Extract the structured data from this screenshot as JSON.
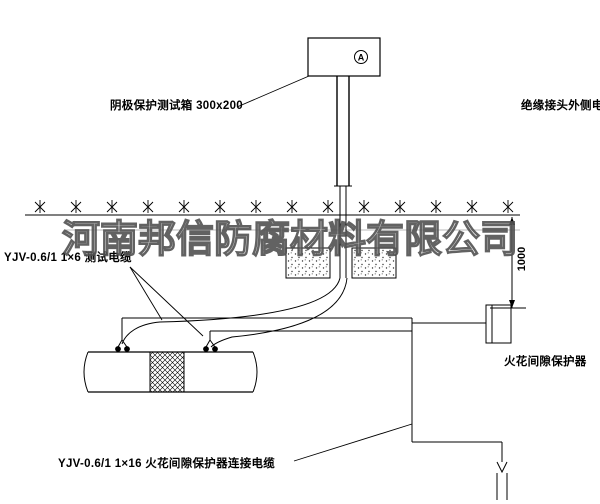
{
  "watermark": {
    "company": "河南邦信防腐材料有限公司"
  },
  "labels": {
    "test_box": "阴极保护测试箱 300x200",
    "outer_cable": "绝缘接头外侧电缆",
    "test_cable": "YJV-0.6/1 1×6  测试电缆",
    "dimension_1000": "1000",
    "spark_gap": "火花间隙保护器",
    "connection_cable": "YJV-0.6/1 1×16  火花间隙保护器连接电缆",
    "ammeter_letter": "A"
  },
  "colors": {
    "line": "#000000",
    "background": "#ffffff",
    "watermark_stroke": "#464646"
  }
}
